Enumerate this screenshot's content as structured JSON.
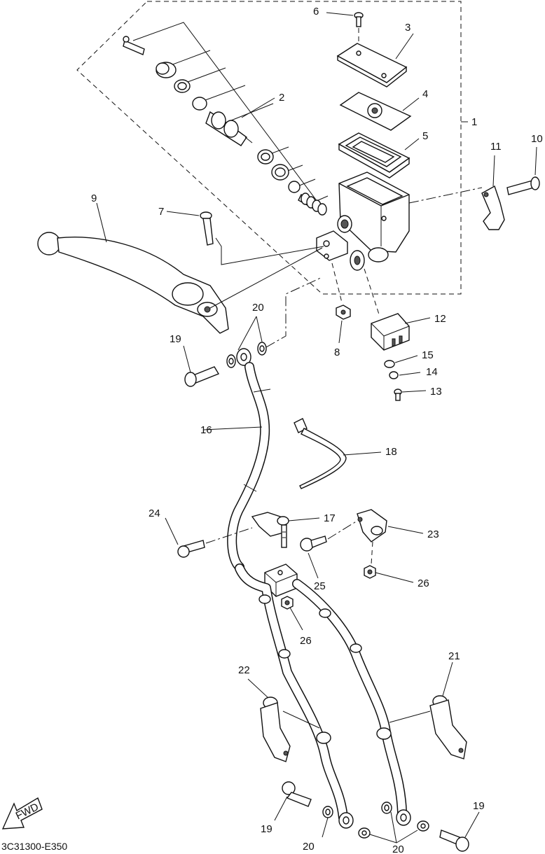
{
  "diagram": {
    "code": "3C31300-E350",
    "fwd_label": "FWD",
    "labels": [
      "1",
      "2",
      "3",
      "4",
      "5",
      "6",
      "7",
      "8",
      "9",
      "10",
      "11",
      "12",
      "13",
      "14",
      "15",
      "16",
      "17",
      "18",
      "19",
      "19",
      "20",
      "20",
      "20",
      "21",
      "22",
      "23",
      "24",
      "25",
      "26",
      "26"
    ]
  }
}
